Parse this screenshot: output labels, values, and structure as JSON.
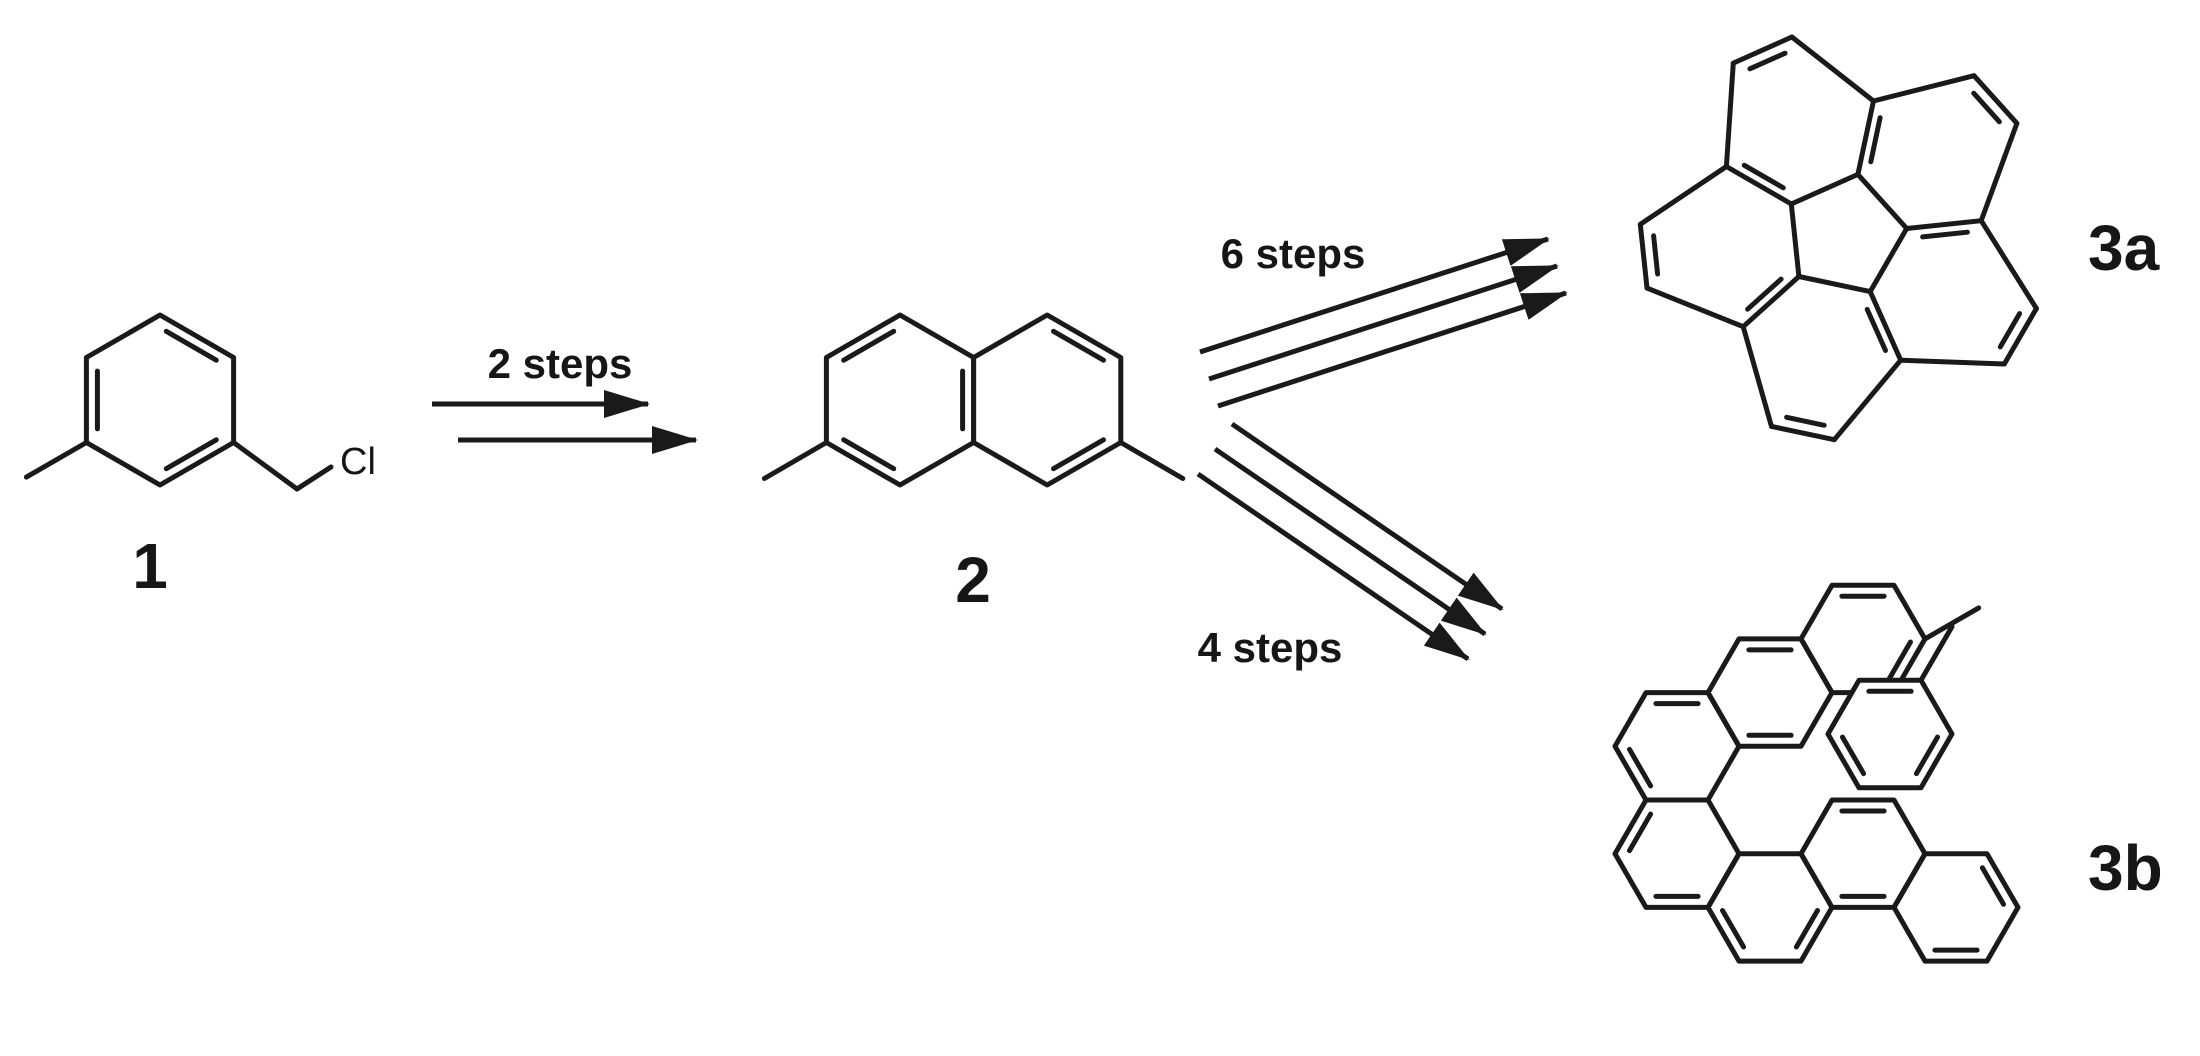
{
  "scheme": {
    "reactant": {
      "label": "1",
      "substituent": "Cl"
    },
    "intermediate": {
      "label": "2"
    },
    "products": [
      {
        "label": "3a"
      },
      {
        "label": "3b"
      }
    ],
    "arrows": [
      {
        "label": "2 steps"
      },
      {
        "label": "6 steps"
      },
      {
        "label": "4 steps"
      }
    ]
  },
  "colors": {
    "ink": "#1a1a1a",
    "background": "#ffffff"
  }
}
